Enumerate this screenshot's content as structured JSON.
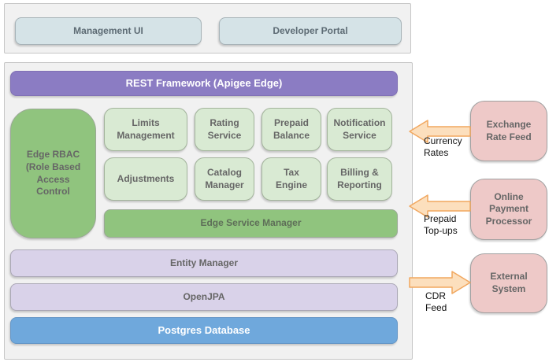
{
  "palette": {
    "panel_bg": "#f1f1f1",
    "panel_border": "#c6c6c6",
    "top_box_bg": "#d5e3e7",
    "purple": "#8b7cc3",
    "green": "#90c47e",
    "light_green": "#d9ead3",
    "lavender": "#d9d2e9",
    "blue": "#6fa8dc",
    "pink": "#eec9c8",
    "arrow_fill": "#fcdfbd",
    "arrow_stroke": "#f1a75f",
    "gray_text": "#666666",
    "white_text": "#ffffff"
  },
  "top_panel": {
    "management_ui": "Management UI",
    "developer_portal": "Developer Portal"
  },
  "main_panel": {
    "rest_framework": "REST Framework (Apigee Edge)",
    "edge_rbac": "Edge RBAC\n(Role Based\nAccess\nControl",
    "services": [
      {
        "label": "Limits\nManagement"
      },
      {
        "label": "Rating\nService"
      },
      {
        "label": "Prepaid\nBalance"
      },
      {
        "label": "Notification\nService"
      },
      {
        "label": "Adjustments"
      },
      {
        "label": "Catalog\nManager"
      },
      {
        "label": "Tax\nEngine"
      },
      {
        "label": "Billing &\nReporting"
      }
    ],
    "edge_service_manager": "Edge Service Manager",
    "entity_manager": "Entity Manager",
    "openjpa": "OpenJPA",
    "postgres_database": "Postgres Database"
  },
  "external_systems": [
    {
      "label": "Exchange\nRate Feed"
    },
    {
      "label": "Online\nPayment\nProcessor"
    },
    {
      "label": "External\nSystem"
    }
  ],
  "flows": [
    {
      "label": "Currency\nRates",
      "direction": "left"
    },
    {
      "label": "Prepaid\nTop-ups",
      "direction": "left"
    },
    {
      "label": "CDR\nFeed",
      "direction": "right"
    }
  ]
}
